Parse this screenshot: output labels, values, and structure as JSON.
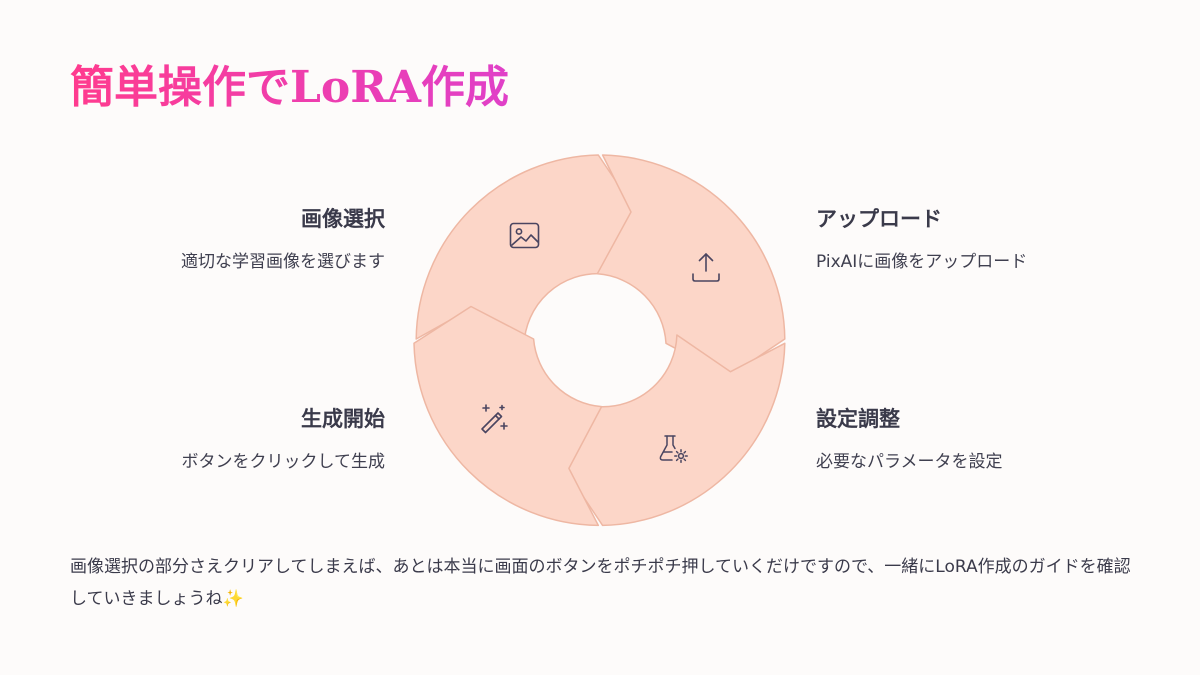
{
  "title": "簡単操作でLoRA作成",
  "steps": [
    {
      "heading": "画像選択",
      "description": "適切な学習画像を選びます",
      "icon": "image-icon"
    },
    {
      "heading": "アップロード",
      "description": "PixAIに画像をアップロード",
      "icon": "upload-icon"
    },
    {
      "heading": "設定調整",
      "description": "必要なパラメータを設定",
      "icon": "flask-gear-icon"
    },
    {
      "heading": "生成開始",
      "description": "ボタンをクリックして生成",
      "icon": "magic-wand-icon"
    }
  ],
  "body_text": "画像選択の部分さえクリアしてしまえば、あとは本当に画面のボタンをポチポチ押していくだけですので、一緒にLoRA作成のガイドを確認していきましょうね✨",
  "colors": {
    "title_start": "#ff3b8e",
    "title_end": "#e040c8",
    "segment_fill": "#fcd6c8",
    "segment_stroke": "#f0b7a4",
    "icon_stroke": "#4a4560",
    "background": "#fdfbfa"
  }
}
